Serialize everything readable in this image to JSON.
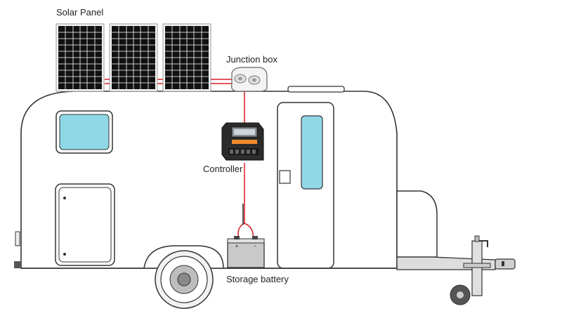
{
  "labels": {
    "solar_panel": "Solar Panel",
    "junction_box": "Junction box",
    "controller": "Controller",
    "storage_battery": "Storage battery"
  },
  "battery_terminals": {
    "plus": "+",
    "minus": "-"
  },
  "colors": {
    "wire": "#d81f26",
    "window_glass": "#8fd8e6",
    "panel_cell": "#0f0f0f",
    "outline": "#333333",
    "controller_accent": "#f08a2c"
  }
}
